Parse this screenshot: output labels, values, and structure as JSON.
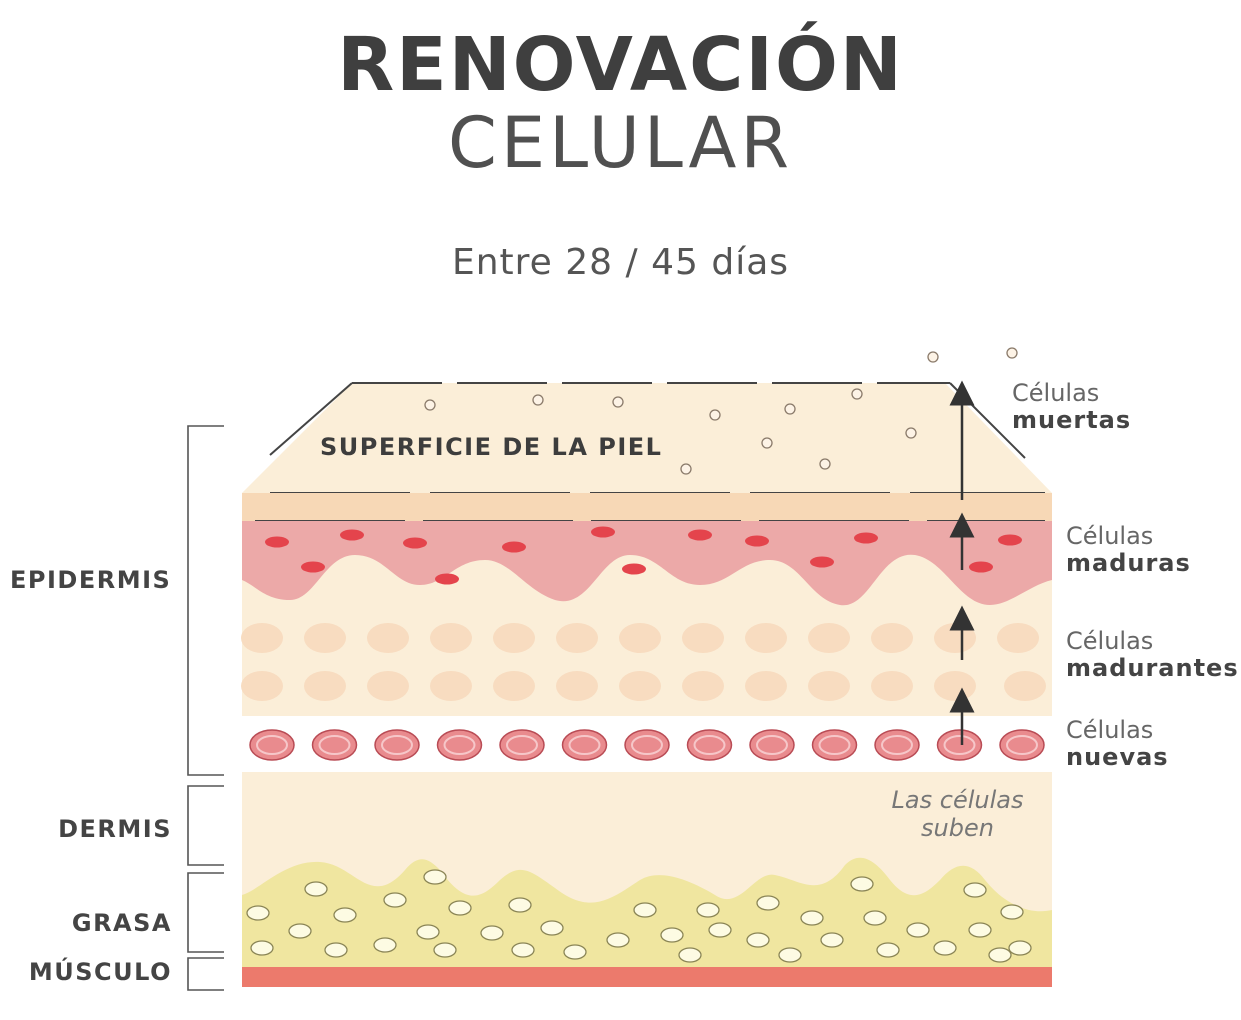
{
  "title": {
    "line1": "RENOVACIÓN",
    "line2": "CELULAR"
  },
  "subtitle": "Entre 28 / 45 días",
  "surface_label": "SUPERFICIE DE LA PIEL",
  "layers_left": {
    "epidermis": "EPIDERMIS",
    "dermis": "DERMIS",
    "grasa": "GRASA",
    "musculo": "MÚSCULO"
  },
  "cells_right": [
    {
      "line1": "Células",
      "line2": "muertas"
    },
    {
      "line1": "Células",
      "line2": "maduras"
    },
    {
      "line1": "Células",
      "line2": "madurantes"
    },
    {
      "line1": "Células",
      "line2": "nuevas"
    }
  ],
  "note": {
    "line1": "Las células",
    "line2": "suben"
  },
  "colors": {
    "skin": "#fbeed8",
    "surface_band": "#f7d8b6",
    "mature_layer": "#eca9a8",
    "mature_cell": "#e4444c",
    "maturing_cell": "#f8dcc0",
    "new_cell": "#e98b8e",
    "fat": "#f0e6a0",
    "fat_cell": "#fdfbe3",
    "muscle": "#ec7a6c",
    "outline": "#444444"
  },
  "icons": [
    "arrow-up-icon",
    "bracket-icon"
  ]
}
